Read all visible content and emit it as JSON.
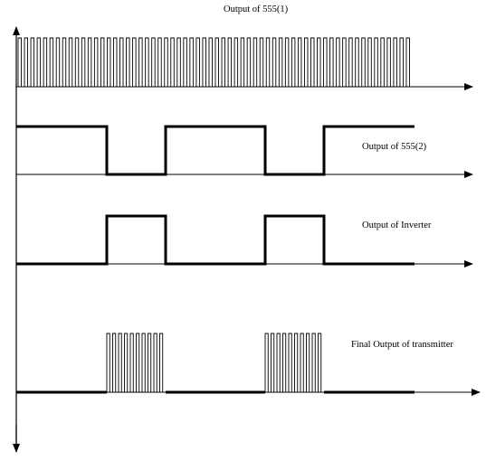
{
  "labels": {
    "out1": "Output of 555(1)",
    "out2": "Output of 555(2)",
    "inverter": "Output of Inverter",
    "final": "Final Output of transmitter"
  },
  "signals": {
    "clock_pulse_count": 62,
    "timer2_levels": [
      1,
      0,
      1,
      0,
      1
    ],
    "inverter_levels": [
      0,
      1,
      0,
      1,
      0
    ],
    "burst_pulse_count": 10
  },
  "colors": {
    "ink": "#000000",
    "background": "#ffffff"
  }
}
